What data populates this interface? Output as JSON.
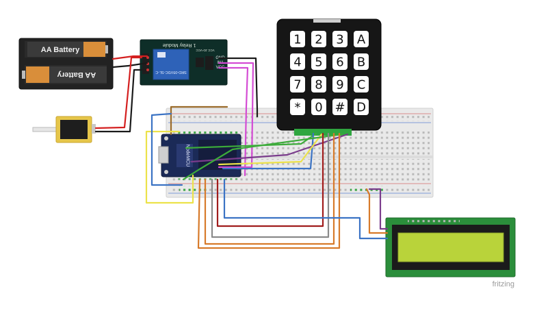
{
  "battery": {
    "label_top": "AA Battery",
    "label_bottom": "AA Battery"
  },
  "relay": {
    "title": "1 Relay Module",
    "part_no": "SRD-05VDC-SL-C",
    "pin_gnd": "GND",
    "pin_in1": "IN1",
    "pin_vcc": "VCC",
    "top_pins": "VCC  JD-VCC"
  },
  "mcu": {
    "brand": "NodeMCU"
  },
  "keypad": {
    "keys": [
      "1",
      "2",
      "3",
      "A",
      "4",
      "5",
      "6",
      "B",
      "7",
      "8",
      "9",
      "C",
      "*",
      "0",
      "#",
      "D"
    ]
  },
  "footer": {
    "brand": "fritzing"
  },
  "colors": {
    "red": "#d41f1f",
    "black": "#1a1a1a",
    "magenta": "#d44bd4",
    "brown": "#9b6b2a",
    "blue": "#3b73c4",
    "yellow": "#ece24a",
    "green": "#3cab3a",
    "purple": "#7a3c8c",
    "orange": "#d77a2a",
    "gray": "#8a8a8a",
    "darkred": "#a01c1c",
    "lcd_green": "#b9d33a"
  }
}
